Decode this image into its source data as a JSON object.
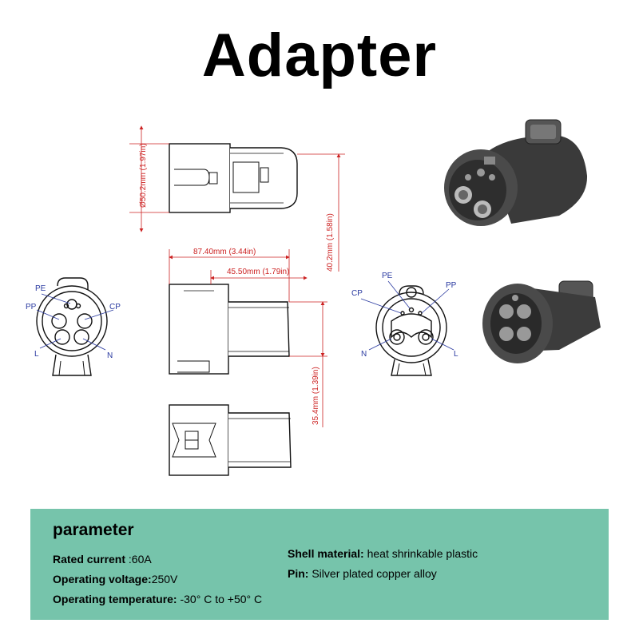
{
  "title": "Adapter",
  "dimensions": {
    "diameter": "Ø50.2mm (1.97in)",
    "total_length": "87.40mm (3.44in)",
    "part_length": "45.50mm (1.79in)",
    "height_40": "40.2mm (1.58in)",
    "height_35": "35.4mm (1.39in)"
  },
  "pins_left": {
    "pe": "PE",
    "pp": "PP",
    "cp": "CP",
    "l": "L",
    "n": "N"
  },
  "pins_right": {
    "pe": "PE",
    "pp": "PP",
    "cp": "CP",
    "l": "L",
    "n": "N"
  },
  "parameter": {
    "heading": "parameter",
    "rated_current_label": "Rated current",
    "rated_current_value": " :60A",
    "voltage_label": "Operating voltage:",
    "voltage_value": "250V",
    "temperature_label": "Operating temperature:",
    "temperature_value": " -30° C to +50° C",
    "shell_label": "Shell material:",
    "shell_value": " heat shrinkable plastic",
    "pin_label": "Pin:",
    "pin_value": " Silver plated copper alloy"
  },
  "colors": {
    "panel": "#76c4ab",
    "dimension": "#cc2222",
    "pin_label": "#2a3aa0"
  }
}
